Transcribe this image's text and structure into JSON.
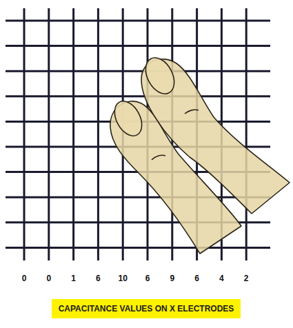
{
  "diagram": {
    "nodes": [
      {
        "text": [
          "CAPACITANCE VALUES ON X ELECTRODES"
        ]
      }
    ],
    "labels": [
      "0",
      "0",
      "1",
      "6",
      "10",
      "6",
      "9",
      "6",
      "4",
      "2"
    ]
  }
}
